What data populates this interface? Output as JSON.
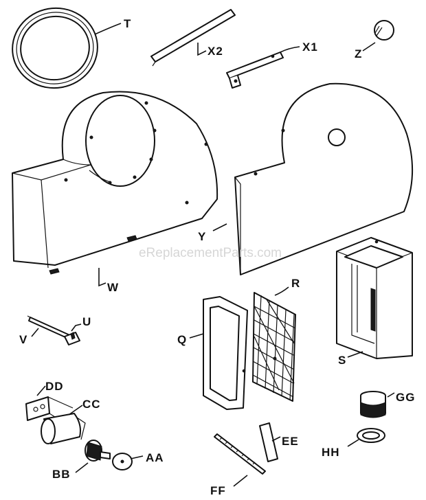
{
  "watermark": "eReplacementParts.com",
  "labels": {
    "T": "T",
    "X2": "X2",
    "X1": "X1",
    "Z": "Z",
    "Y": "Y",
    "W": "W",
    "R": "R",
    "Q": "Q",
    "S": "S",
    "U": "U",
    "V": "V",
    "DD": "DD",
    "CC": "CC",
    "GG": "GG",
    "EE": "EE",
    "AA": "AA",
    "BB": "BB",
    "HH": "HH",
    "FF": "FF"
  },
  "colors": {
    "line": "#111111",
    "background": "#ffffff",
    "watermark": "#c9c9c9"
  }
}
